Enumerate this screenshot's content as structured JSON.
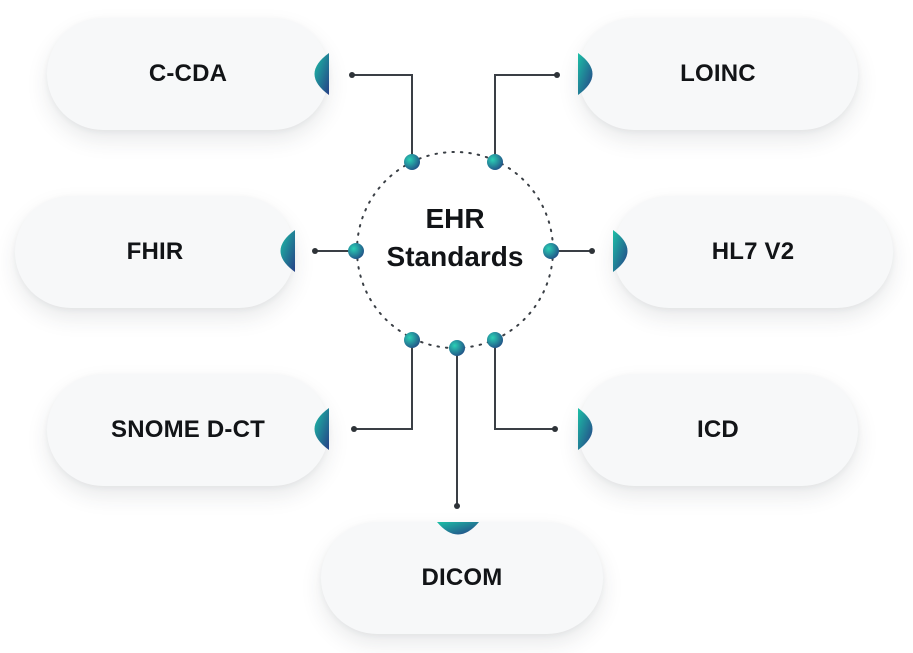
{
  "center": {
    "line1": "EHR",
    "line2": "Standards"
  },
  "standards": [
    {
      "key": "c-cda",
      "label": "C-CDA"
    },
    {
      "key": "loinc",
      "label": "LOINC"
    },
    {
      "key": "fhir",
      "label": "FHIR"
    },
    {
      "key": "hl7-v2",
      "label": "HL7 V2"
    },
    {
      "key": "snome-d-ct",
      "label": "SNOME D-CT"
    },
    {
      "key": "icd",
      "label": "ICD"
    },
    {
      "key": "dicom",
      "label": "DICOM"
    }
  ],
  "colors": {
    "teal": "#1bb3a3",
    "navy": "#22457f",
    "line": "#3a3f45",
    "pill": "#f7f8f9",
    "text": "#121417"
  }
}
